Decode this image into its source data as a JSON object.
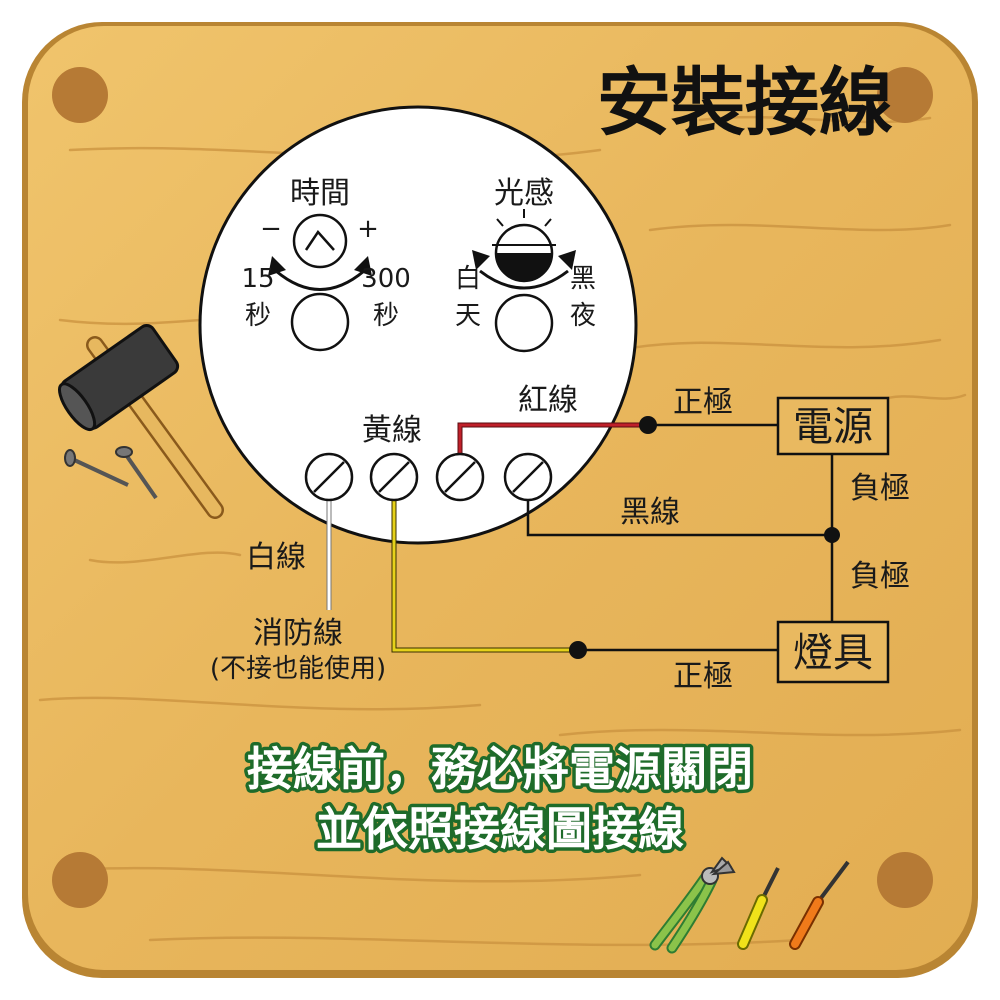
{
  "title": "安裝接線",
  "knobs": {
    "time": {
      "label": "時間",
      "minus": "−",
      "plus": "+",
      "min_value": "15",
      "min_unit": "秒",
      "max_value": "300",
      "max_unit": "秒"
    },
    "light": {
      "label": "光感",
      "day_top": "白",
      "day_bottom": "天",
      "night_top": "黑",
      "night_bottom": "夜"
    }
  },
  "wires": {
    "yellow": "黃線",
    "red": "紅線",
    "black": "黑線",
    "white": "白線",
    "fire": "消防線",
    "fire_note": "(不接也能使用)"
  },
  "terminals": {
    "power_positive": "正極",
    "power_box": "電源",
    "power_negative": "負極",
    "lamp_negative": "負極",
    "lamp_box": "燈具",
    "lamp_positive": "正極"
  },
  "warning": {
    "line1": "接線前，務必將電源關閉",
    "line2": "並依照接線圖接線"
  },
  "colors": {
    "board": "#e9b960",
    "board_edge": "#b98533",
    "red_wire": "#c0202a",
    "yellow_wire": "#e6d21a",
    "warning_outline": "#1e6b2a"
  },
  "icons": [
    "hammer-icon",
    "nail-icon",
    "pliers-icon",
    "screwdriver-icon"
  ]
}
